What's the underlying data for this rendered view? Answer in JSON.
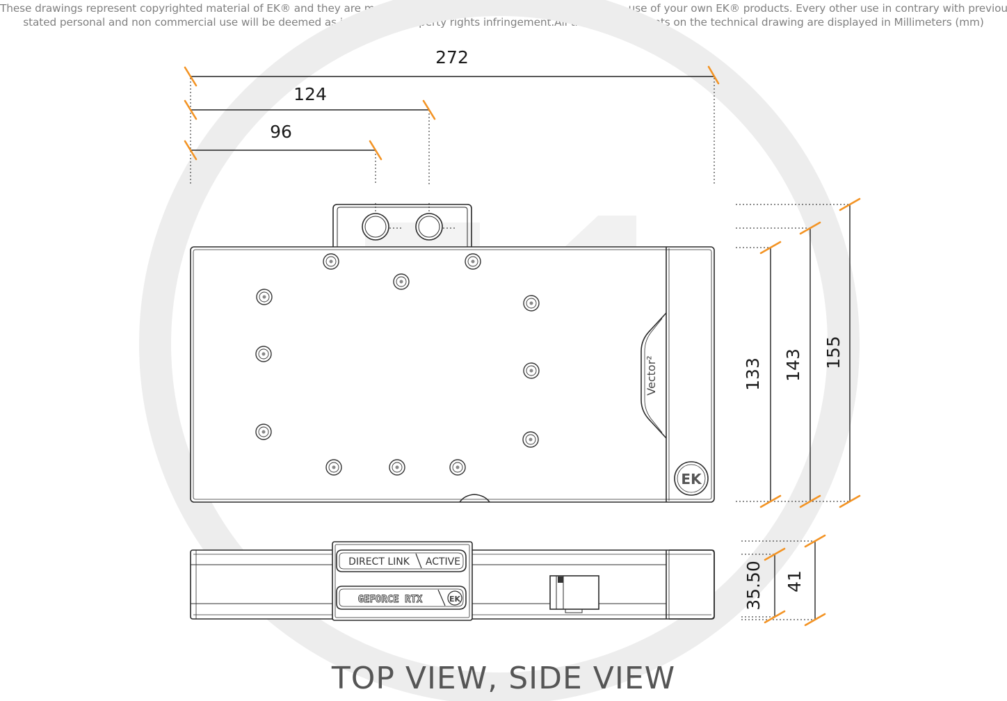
{
  "disclaimer": {
    "line1": "These drawings represent copyrighted material of EK® and they are meant only for your personal use, with regards to use of  your own EK® products. Every other use in contrary with previously",
    "line2": "stated personal and non commercial use will be deemed as intellectual property rights infringement.All the measurements on the technical drawing are displayed in Millimeters (mm)"
  },
  "dimensions": {
    "top": [
      "272",
      "124",
      "96"
    ],
    "right": [
      "133",
      "143",
      "155"
    ],
    "side": [
      "35.50",
      "41"
    ]
  },
  "labels": {
    "vector": "Vector²",
    "direct_link": "DIRECT LINK",
    "active": "ACTIVE",
    "geforce": "GEFORCE RTX",
    "ek": "EK"
  },
  "view_title": "TOP VIEW, SIDE VIEW",
  "colors": {
    "accent": "#f39323",
    "line": "#222222",
    "watermark": "#ececec"
  }
}
